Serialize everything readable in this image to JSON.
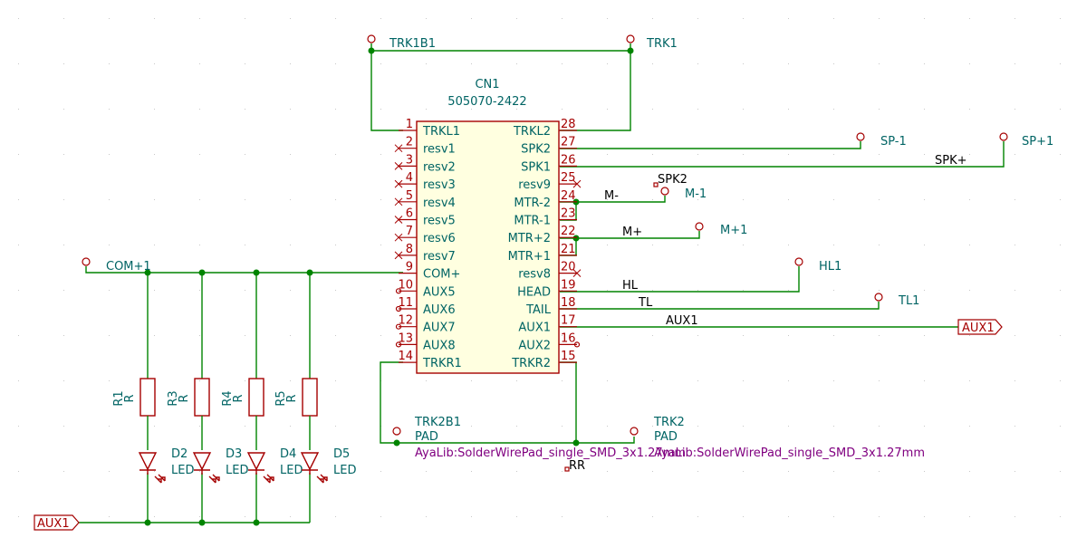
{
  "connector": {
    "ref": "CN1",
    "value": "505070-2422",
    "left_pins": [
      {
        "num": "1",
        "name": "TRKL1",
        "nc": false
      },
      {
        "num": "2",
        "name": "resv1",
        "nc": true
      },
      {
        "num": "3",
        "name": "resv2",
        "nc": true
      },
      {
        "num": "4",
        "name": "resv3",
        "nc": true
      },
      {
        "num": "5",
        "name": "resv4",
        "nc": true
      },
      {
        "num": "6",
        "name": "resv5",
        "nc": true
      },
      {
        "num": "7",
        "name": "resv6",
        "nc": true
      },
      {
        "num": "8",
        "name": "resv7",
        "nc": true
      },
      {
        "num": "9",
        "name": "COM+",
        "nc": false
      },
      {
        "num": "10",
        "name": "AUX5",
        "nc": false
      },
      {
        "num": "11",
        "name": "AUX6",
        "nc": false
      },
      {
        "num": "12",
        "name": "AUX7",
        "nc": false
      },
      {
        "num": "13",
        "name": "AUX8",
        "nc": false
      },
      {
        "num": "14",
        "name": "TRKR1",
        "nc": false
      }
    ],
    "right_pins": [
      {
        "num": "28",
        "name": "TRKL2",
        "nc": false
      },
      {
        "num": "27",
        "name": "SPK2",
        "nc": false
      },
      {
        "num": "26",
        "name": "SPK1",
        "nc": false
      },
      {
        "num": "25",
        "name": "resv9",
        "nc": true
      },
      {
        "num": "24",
        "name": "MTR-2",
        "nc": false
      },
      {
        "num": "23",
        "name": "MTR-1",
        "nc": false
      },
      {
        "num": "22",
        "name": "MTR+2",
        "nc": false
      },
      {
        "num": "21",
        "name": "MTR+1",
        "nc": false
      },
      {
        "num": "20",
        "name": "resv8",
        "nc": true
      },
      {
        "num": "19",
        "name": "HEAD",
        "nc": false
      },
      {
        "num": "18",
        "name": "TAIL",
        "nc": false
      },
      {
        "num": "17",
        "name": "AUX1",
        "nc": false
      },
      {
        "num": "16",
        "name": "AUX2",
        "nc": false
      },
      {
        "num": "15",
        "name": "TRKR2",
        "nc": false
      }
    ]
  },
  "test_points": {
    "trk1b1": "TRK1B1",
    "trk1": "TRK1",
    "sp_minus": "SP-1",
    "sp_plus": "SP+1",
    "spk2": "SPK2",
    "m_minus": "M-1",
    "m_plus": "M+1",
    "hl": "HL1",
    "tl": "TL1",
    "com": "COM+1"
  },
  "net_labels": {
    "spk_plus": "SPK+",
    "m_minus": "M-",
    "m_plus": "M+",
    "hl": "HL",
    "tl": "TL",
    "aux1": "AUX1"
  },
  "hier_labels": {
    "aux1_right": "AUX1",
    "aux1_left": "AUX1"
  },
  "resistors": [
    {
      "ref": "R1",
      "value": "R"
    },
    {
      "ref": "R3",
      "value": "R"
    },
    {
      "ref": "R4",
      "value": "R"
    },
    {
      "ref": "R5",
      "value": "R"
    }
  ],
  "leds": [
    {
      "ref": "D2",
      "value": "LED"
    },
    {
      "ref": "D3",
      "value": "LED"
    },
    {
      "ref": "D4",
      "value": "LED"
    },
    {
      "ref": "D5",
      "value": "LED"
    }
  ],
  "pads": {
    "trk2b1": {
      "ref": "TRK2B1",
      "value": "PAD",
      "footprint": "AyaLib:SolderWirePad_single_SMD_3x1.27mm"
    },
    "trk2": {
      "ref": "TRK2",
      "value": "PAD",
      "footprint": "AyaLib:SolderWirePad_single_SMD_3x1.27mm"
    },
    "rr": "RR"
  }
}
